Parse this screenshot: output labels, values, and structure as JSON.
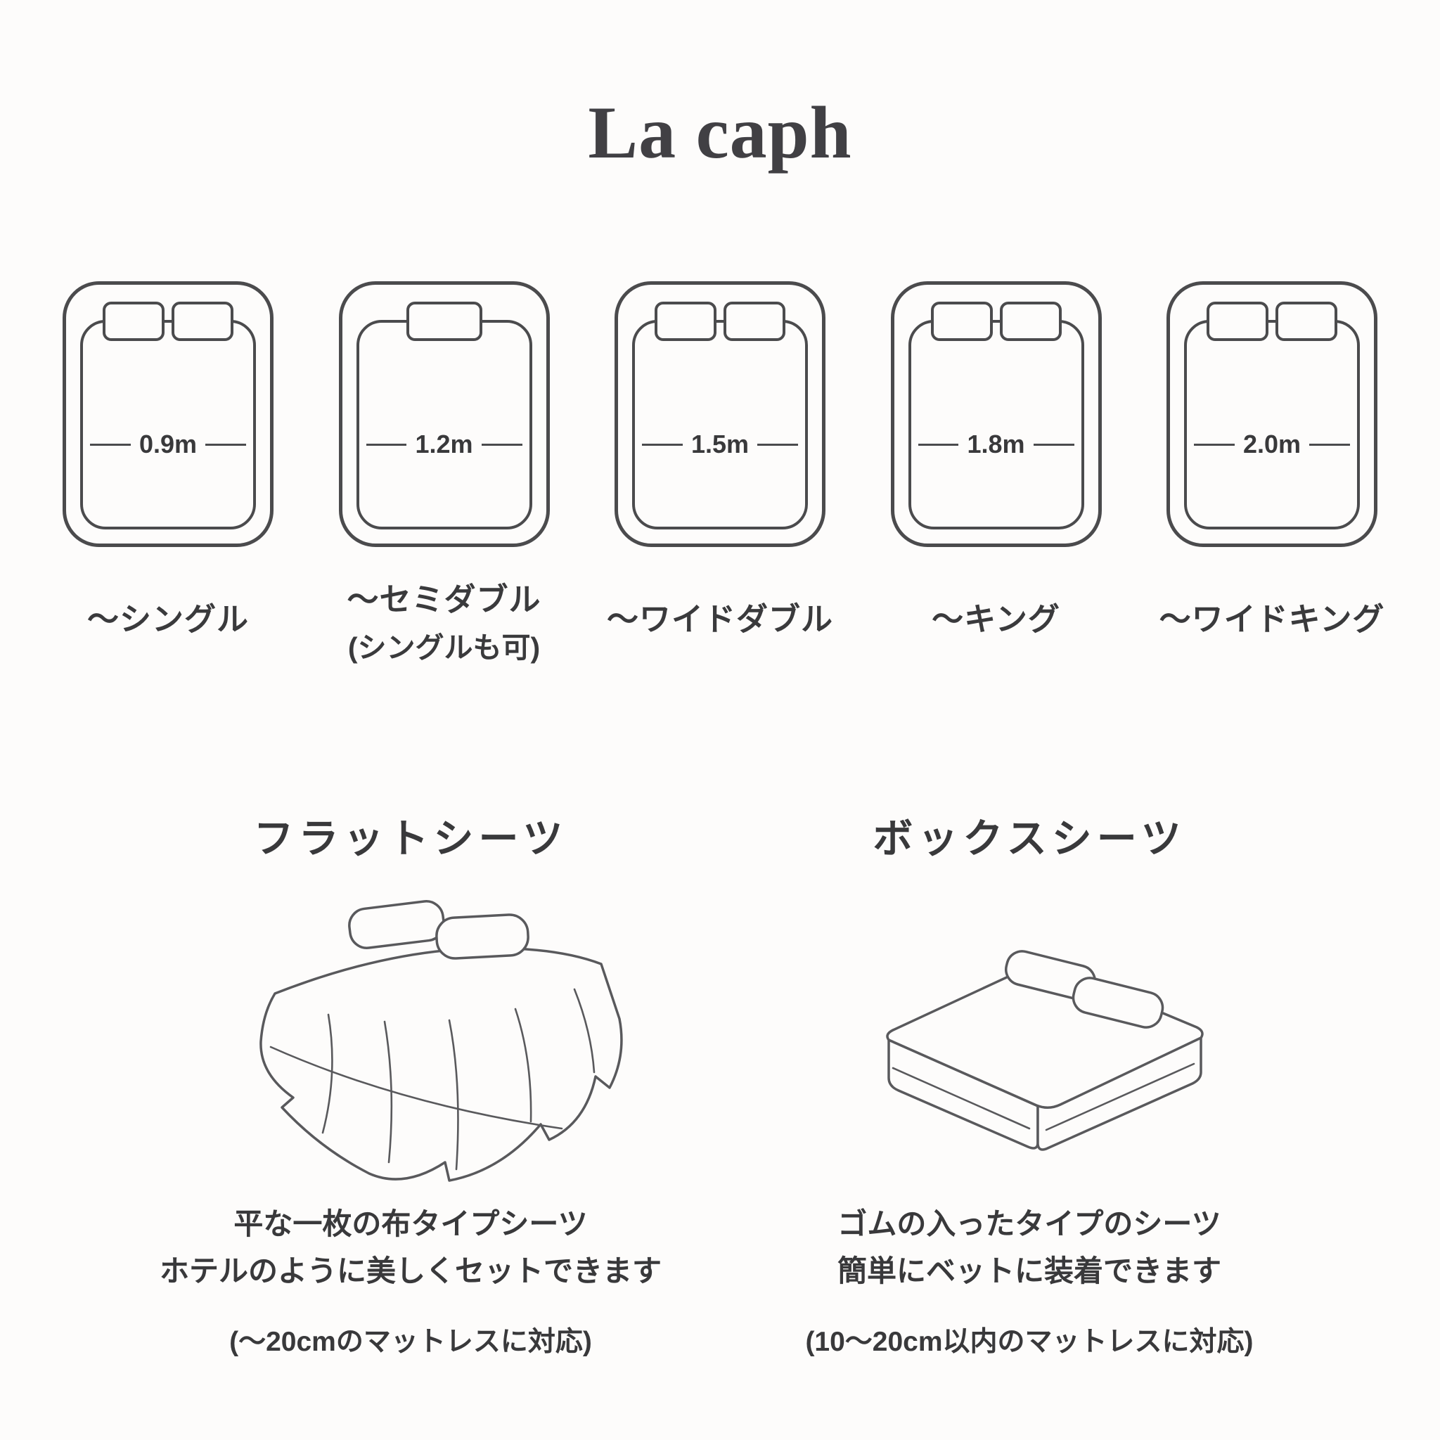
{
  "page": {
    "title": "La caph"
  },
  "colors": {
    "background": "#fdfcfb",
    "text": "#39393b",
    "line_art": "#59595c",
    "title": "#414044"
  },
  "sizes": {
    "items": [
      {
        "width": "0.9m",
        "label": "〜シングル",
        "label2": ""
      },
      {
        "width": "1.2m",
        "label": "〜セミダブル",
        "label2": "(シングルも可)"
      },
      {
        "width": "1.5m",
        "label": "〜ワイドダブル",
        "label2": ""
      },
      {
        "width": "1.8m",
        "label": "〜キング",
        "label2": ""
      },
      {
        "width": "2.0m",
        "label": "〜ワイドキング",
        "label2": ""
      }
    ]
  },
  "sheets": {
    "flat": {
      "title": "フラットシーツ",
      "desc1": "平な一枚の布タイプシーツ",
      "desc2": "ホテルのように美しくセットできます",
      "note": "(〜20cmのマットレスに対応)"
    },
    "box": {
      "title": "ボックスシーツ",
      "desc1": "ゴムの入ったタイプのシーツ",
      "desc2": "簡単にベットに装着できます",
      "note": "(10〜20cm以内のマットレスに対応)"
    }
  }
}
